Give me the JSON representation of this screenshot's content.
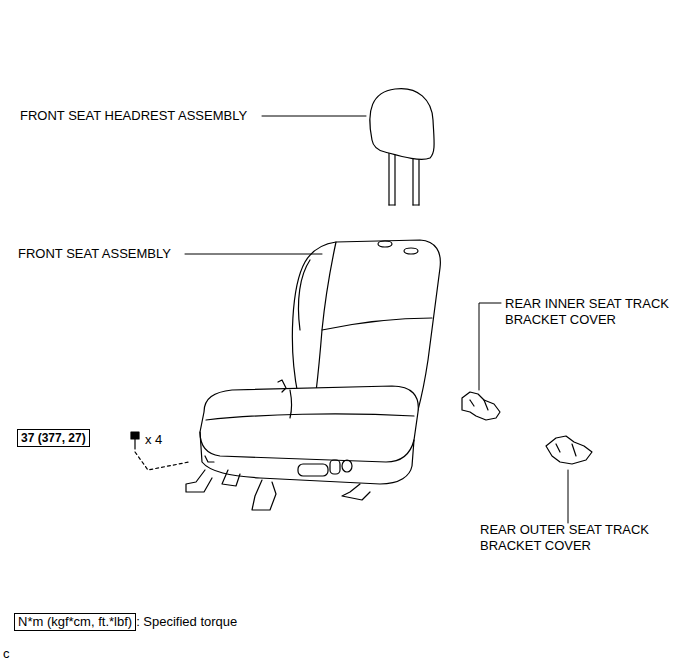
{
  "diagram": {
    "nodes": [
      {
        "text": [
          "37 (377, 27)"
        ]
      },
      {
        "text": [
          "N*m (kgf*cm, ft.*lbf)",
          ": Specified torque"
        ]
      }
    ],
    "edges": [],
    "labels": [
      "FRONT SEAT HEADREST ASSEMBLY",
      "FRONT SEAT ASSEMBLY",
      "REAR INNER SEAT TRACK BRACKET COVER",
      "REAR OUTER SEAT TRACK BRACKET COVER",
      "x 4",
      "c"
    ]
  }
}
